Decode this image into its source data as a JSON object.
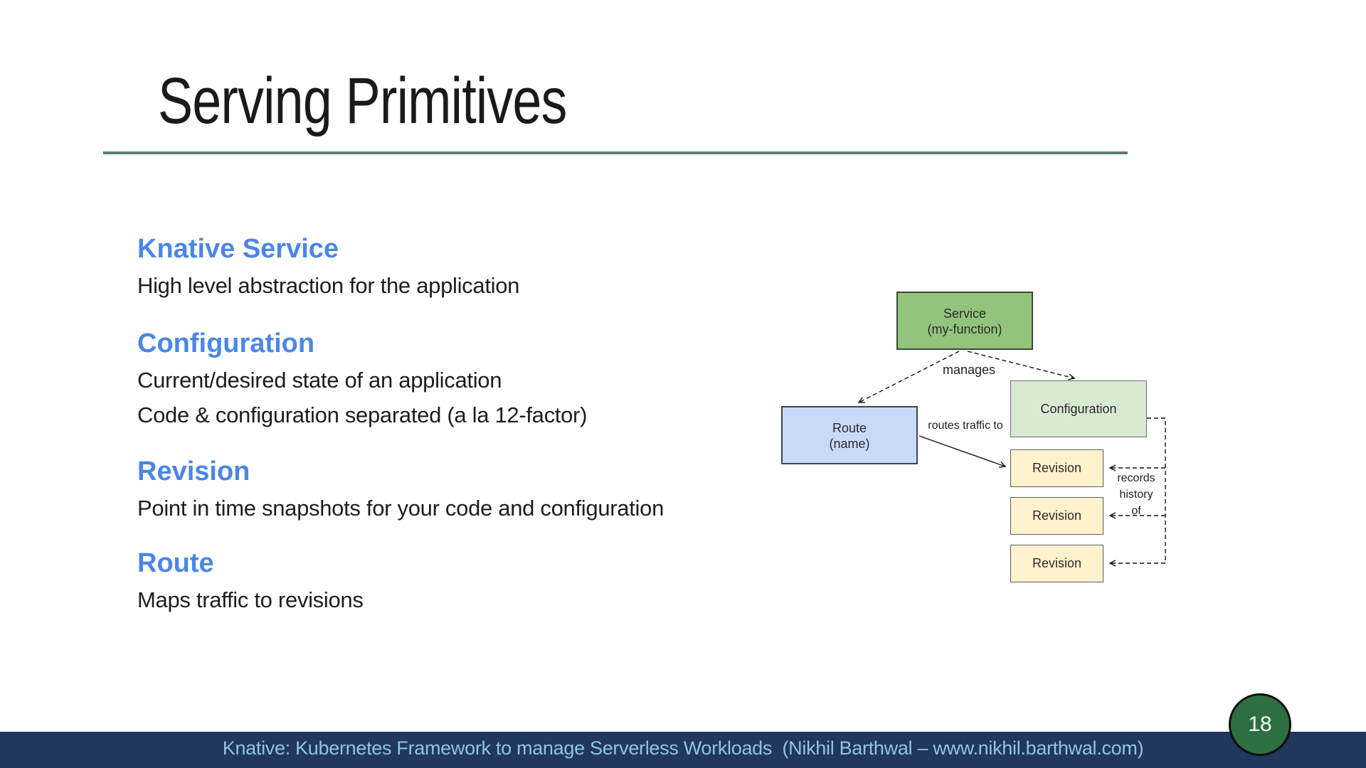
{
  "slide": {
    "title": "Serving Primitives",
    "page_number": "18",
    "footer_text": "Knative: Kubernetes Framework to manage Serverless Workloads  (Nikhil Barthwal – www.nikhil.barthwal.com)"
  },
  "sections": [
    {
      "heading": "Knative Service",
      "lines": [
        "High level abstraction for the application"
      ]
    },
    {
      "heading": "Configuration",
      "lines": [
        "Current/desired state of an application",
        "Code & configuration separated (a la 12-factor)"
      ]
    },
    {
      "heading": "Revision",
      "lines": [
        "Point in time snapshots for your code and configuration"
      ]
    },
    {
      "heading": "Route",
      "lines": [
        "Maps traffic to revisions"
      ]
    }
  ],
  "diagram": {
    "service": {
      "label": "Service",
      "sublabel": "(my-function)"
    },
    "configuration": {
      "label": "Configuration"
    },
    "route": {
      "label": "Route",
      "sublabel": "(name)"
    },
    "revisions": [
      "Revision",
      "Revision",
      "Revision"
    ],
    "labels": {
      "manages": "manages",
      "routes_traffic_to": "routes traffic to",
      "records_history_of": [
        "records",
        "history",
        "of"
      ]
    }
  },
  "colors": {
    "heading_blue": "#4a86e8",
    "service_fill": "#93c47d",
    "configuration_fill": "#d9ead3",
    "route_fill": "#c9daf8",
    "revision_fill": "#fff2cc",
    "title_rule": "#5c7e74",
    "footer_bar": "#21375b",
    "footer_text": "#8fc3e9",
    "badge_green": "#2e6f42"
  }
}
